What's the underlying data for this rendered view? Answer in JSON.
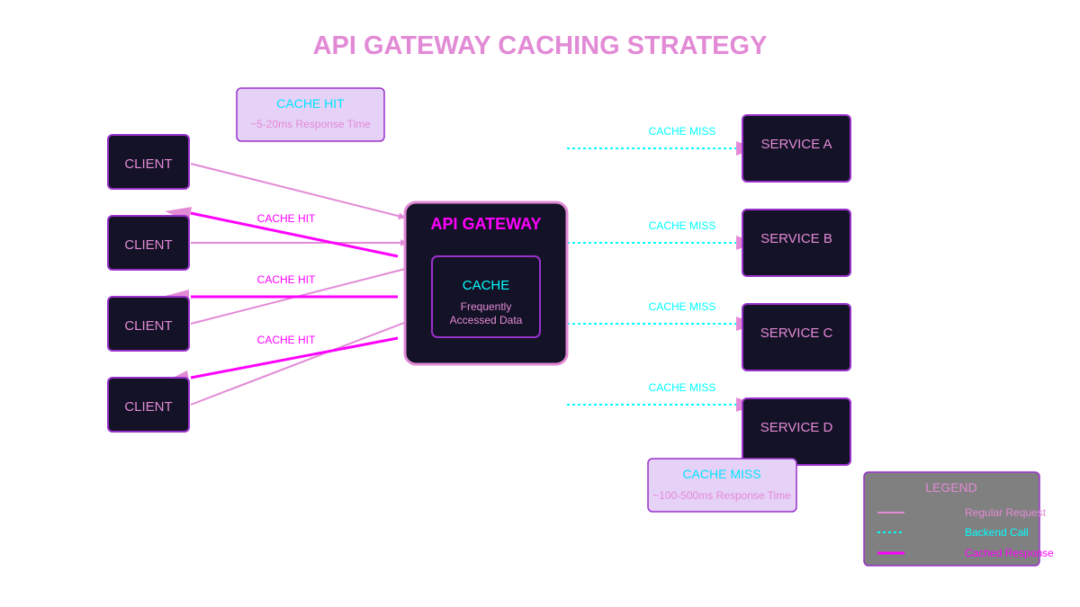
{
  "title": "API GATEWAY CACHING STRATEGY",
  "colors": {
    "node_fill": "#141226",
    "node_stroke": "#9932cc",
    "pink": "#e28ad6",
    "magenta": "#ff00ff",
    "cyan": "#00ffff",
    "info_fill": "#e6d1f7",
    "legend_fill": "#808080"
  },
  "clients": [
    {
      "label": "CLIENT"
    },
    {
      "label": "CLIENT"
    },
    {
      "label": "CLIENT"
    },
    {
      "label": "CLIENT"
    }
  ],
  "gateway": {
    "label": "API GATEWAY",
    "cache": {
      "label": "CACHE",
      "sub_line1": "Frequently",
      "sub_line2": "Accessed Data"
    }
  },
  "services": [
    {
      "label": "SERVICE A"
    },
    {
      "label": "SERVICE B"
    },
    {
      "label": "SERVICE C"
    },
    {
      "label": "SERVICE D"
    }
  ],
  "edge_labels": {
    "cache_hit": "CACHE HIT",
    "cache_miss": "CACHE MISS"
  },
  "info_boxes": {
    "hit": {
      "title": "CACHE HIT",
      "subtitle": "~5-20ms Response Time"
    },
    "miss": {
      "title": "CACHE MISS",
      "subtitle": "~100-500ms Response Time"
    }
  },
  "legend": {
    "title": "LEGEND",
    "items": [
      {
        "label": "Regular Request",
        "style": "solid-thin",
        "color": "#e28ad6"
      },
      {
        "label": "Backend Call",
        "style": "dotted",
        "color": "#00ffff"
      },
      {
        "label": "Cached Response",
        "style": "solid-thick",
        "color": "#ff00ff"
      }
    ]
  }
}
